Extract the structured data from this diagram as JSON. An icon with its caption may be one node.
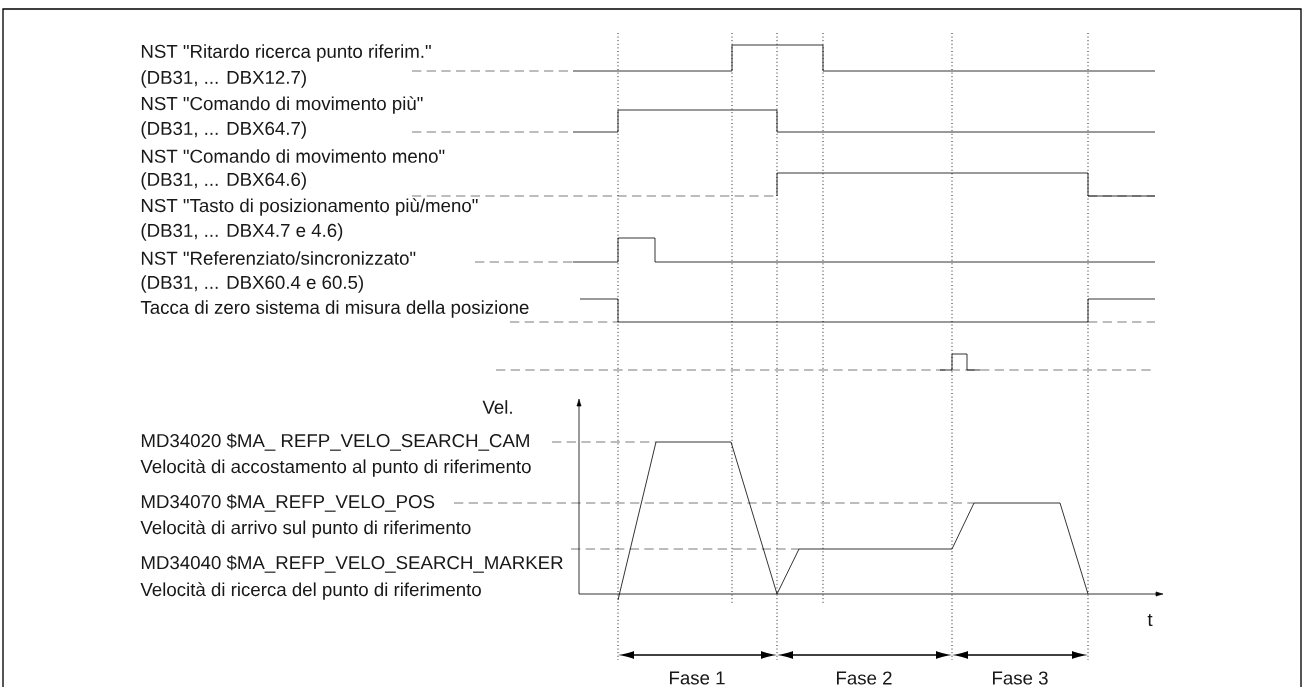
{
  "diagram": {
    "labels": [
      "NST \"Ritardo ricerca punto riferim.\"",
      "(DB31, ... DBX12.7)",
      "NST \"Comando di movimento più\"",
      "(DB31, ... DBX64.7)",
      "NST \"Comando di movimento meno\"",
      "(DB31, ... DBX64.6)",
      "NST \"Tasto di posizionamento più/meno\"",
      "(DB31, ... DBX4.7 e 4.6)",
      "NST \"Referenziato/sincronizzato\"",
      "(DB31, ... DBX60.4 e 60.5)",
      "Tacca di zero sistema di misura della posizione",
      "Vel.",
      "MD34020 $MA_ REFP_VELO_SEARCH_CAM",
      "Velocità di accostamento al punto di riferimento",
      "MD34070 $MA_REFP_VELO_POS",
      "Velocità di arrivo sul punto di riferimento",
      "MD34040 $MA_REFP_VELO_SEARCH_MARKER",
      "Velocità di ricerca del punto di riferimento",
      "t",
      "Fase 1",
      "Fase 2",
      "Fase 3"
    ]
  }
}
